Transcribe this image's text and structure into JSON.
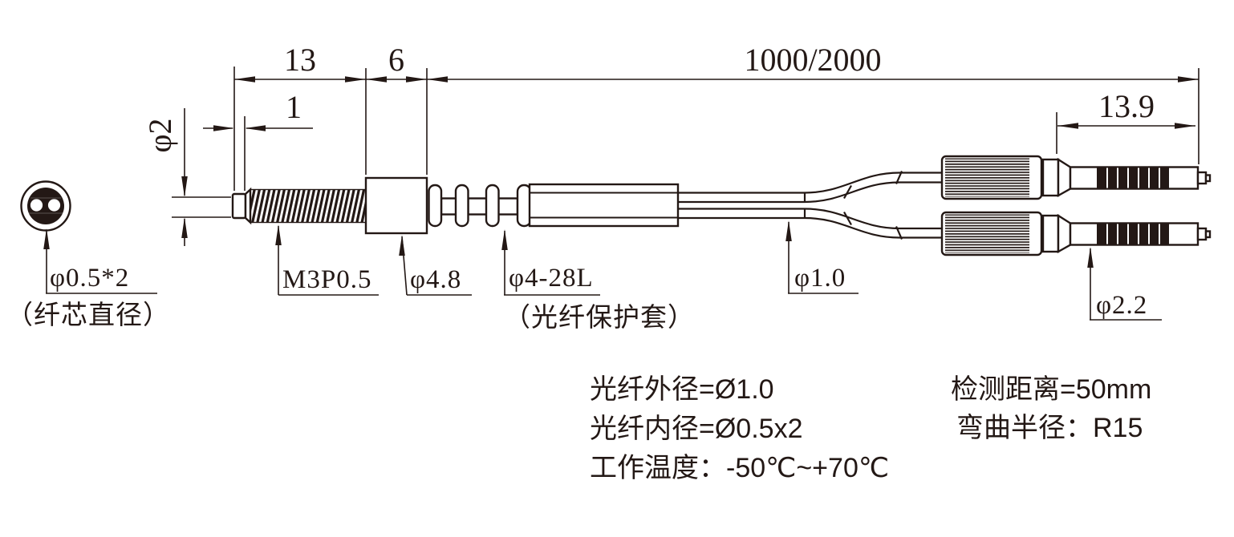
{
  "drawing": {
    "dimensions": {
      "thread_section": "13",
      "body_section": "6",
      "fiber_length": "1000/2000",
      "tip_length": "1",
      "tip_diameter": "φ2",
      "connector_head": "13.9"
    },
    "callouts": {
      "fiber_core": {
        "label": "φ0.5*2",
        "note": "（纤芯直径）"
      },
      "thread_spec": {
        "label": "M3P0.5"
      },
      "body_diameter": {
        "label": "φ4.8"
      },
      "sheath": {
        "label": "φ4-28L",
        "note": "（光纤保护套）"
      },
      "cable_diameter": {
        "label": "φ1.0"
      },
      "connector_diameter": {
        "label": "φ2.2"
      }
    },
    "specs": {
      "left": [
        "光纤外径=Ø1.0",
        "光纤内径=Ø0.5x2",
        "工作温度：-50℃~+70℃"
      ],
      "right": [
        "检测距离=50mm",
        "弯曲半径：R15"
      ]
    },
    "colors": {
      "ink": "#231815",
      "background": "#ffffff"
    }
  }
}
